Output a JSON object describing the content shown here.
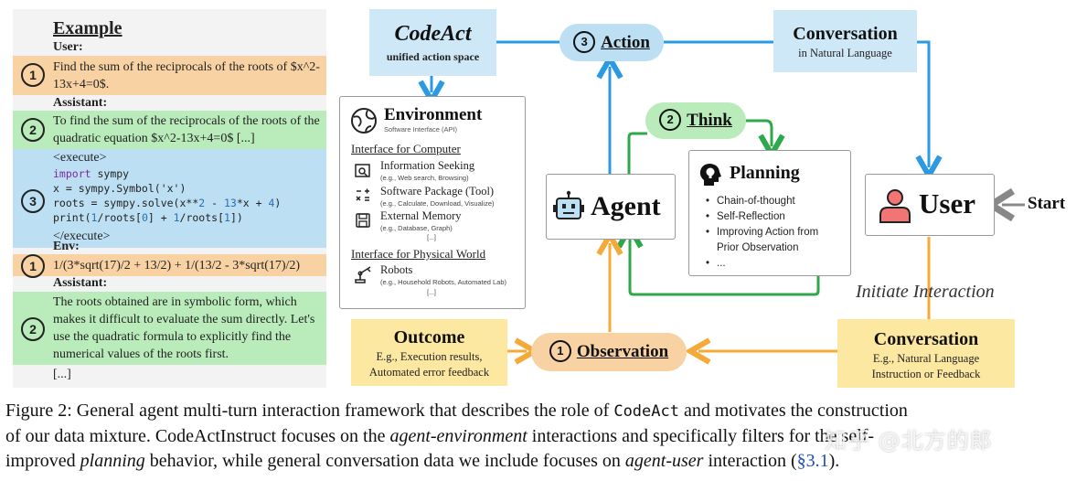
{
  "example": {
    "title": "Example",
    "user_label": "User:",
    "user_msg": "Find the sum of the reciprocals of the roots of $x^2-13x+4=0$.",
    "assistant_label_1": "Assistant:",
    "assistant_msg_1": "To find the sum of the reciprocals of the roots of the quadratic equation $x^2-13x+4=0$ [...]",
    "execute_open": "<execute>",
    "code_line_1_kw": "import",
    "code_line_1_rest": " sympy",
    "code_line_2": "x = sympy.Symbol('x')",
    "code_line_3_a": "roots = sympy.solve(x**",
    "code_line_3_b": "2",
    "code_line_3_c": " - ",
    "code_line_3_d": "13",
    "code_line_3_e": "*x + ",
    "code_line_3_f": "4",
    "code_line_3_g": ")",
    "code_line_4_a": "print(",
    "code_line_4_b": "1",
    "code_line_4_c": "/roots[",
    "code_line_4_d": "0",
    "code_line_4_e": "] + ",
    "code_line_4_f": "1",
    "code_line_4_g": "/roots[",
    "code_line_4_h": "1",
    "code_line_4_i": "])",
    "execute_close": "</execute>",
    "env_label": "Env:",
    "env_msg": "1/(3*sqrt(17)/2 + 13/2) + 1/(13/2 - 3*sqrt(17)/2)",
    "assistant_label_2": "Assistant:",
    "assistant_msg_2": "The roots obtained are in symbolic form, which makes it difficult to evaluate the sum directly. Let's use the quadratic formula to explicitly find the numerical values of the roots first.",
    "ellipsis": "[...]",
    "step_1": "1",
    "step_2": "2",
    "step_3": "3",
    "step_1b": "1",
    "step_2b": "2"
  },
  "diagram": {
    "codeact_title": "CodeAct",
    "codeact_sub": "unified action space",
    "action_num": "3",
    "action_label": "Action",
    "conv_top_title": "Conversation",
    "conv_top_sub": "in Natural Language",
    "env_title": "Environment",
    "env_sub": "Software Interface (API)",
    "iface_computer": "Interface for Computer",
    "info_seeking": "Information Seeking",
    "info_seeking_sub": "(e.g., Web search, Browsing)",
    "software_pkg": "Software Package (Tool)",
    "software_pkg_sub": "(e.g., Calculate, Download, Visualize)",
    "ext_memory": "External Memory",
    "ext_memory_sub": "(e.g., Database, Graph)",
    "dots_1": "[...]",
    "iface_physical": "Interface for Physical World",
    "robots": "Robots",
    "robots_sub": "(e.g., Household Robots, Automated Lab)",
    "dots_2": "[...]",
    "think_num": "2",
    "think_label": "Think",
    "planning_title": "Planning",
    "planning_items": [
      "Chain-of-thought",
      "Self-Reflection",
      "Improving Action from",
      "Prior Observation",
      "..."
    ],
    "agent_label": "Agent",
    "user_label": "User",
    "start_label": "Start",
    "initiate_label": "Initiate Interaction",
    "outcome_title": "Outcome",
    "outcome_sub_1": "E.g., Execution results,",
    "outcome_sub_2": "Automated error feedback",
    "obs_num": "1",
    "obs_label": "Observation",
    "conv_bot_title": "Conversation",
    "conv_bot_sub_1": "E.g., Natural Language",
    "conv_bot_sub_2": "Instruction or Feedback"
  },
  "caption": {
    "p1": "Figure 2: General agent multi-turn interaction framework that describes the role of ",
    "p1_mono": "CodeAct",
    "p1_end": " and motivates the construction",
    "p2a": "of our data mixture. CodeActInstruct focuses on the ",
    "p2_it": "agent-environment",
    "p2b": " interactions and specifically filters for the self-",
    "p3a": "improved ",
    "p3_it": "planning",
    "p3b": " behavior, while general conversation data we include focuses on ",
    "p3_it2": "agent-user",
    "p3c": " interaction (",
    "p3_ref": "§3.1",
    "p3d": ")."
  },
  "watermark": "知乎 @北方的郎",
  "colors": {
    "orange": "#f9d2a4",
    "green": "#b9ebbb",
    "blue": "#bcdff3",
    "arrow_blue": "#2b9ae3",
    "arrow_green": "#2ea84a",
    "arrow_orange": "#f5a937",
    "yellow_box": "#fde8a2",
    "light_blue_box": "#cfe8f8",
    "ref_blue": "#1f4fb5"
  }
}
